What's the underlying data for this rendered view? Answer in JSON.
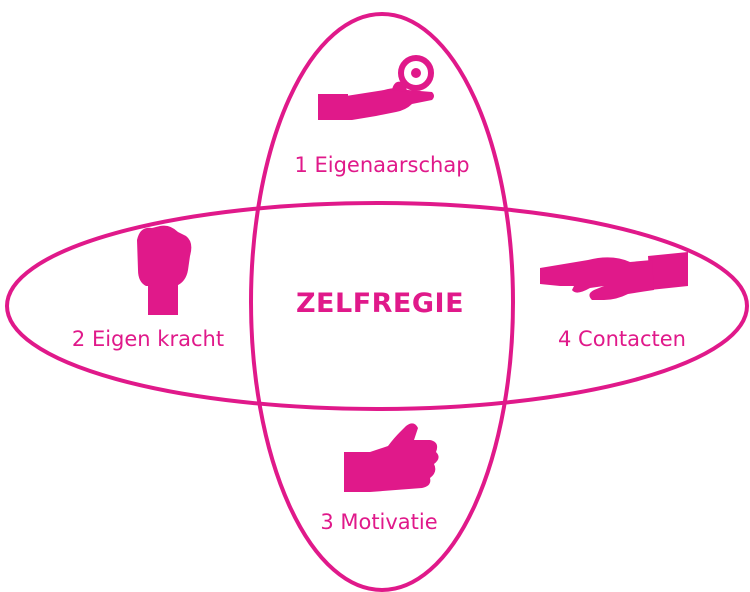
{
  "diagram": {
    "center_label": "ZELFREGIE",
    "accent_color": "#e0198a",
    "background_color": "#ffffff",
    "nodes": [
      {
        "number": "1",
        "label": "1 Eigenaarschap",
        "icon": "hand-offering-coin-icon"
      },
      {
        "number": "2",
        "label": "2 Eigen kracht",
        "icon": "raised-fist-icon"
      },
      {
        "number": "3",
        "label": "3 Motivatie",
        "icon": "thumbs-up-icon"
      },
      {
        "number": "4",
        "label": "4 Contacten",
        "icon": "reaching-hand-icon"
      }
    ]
  }
}
